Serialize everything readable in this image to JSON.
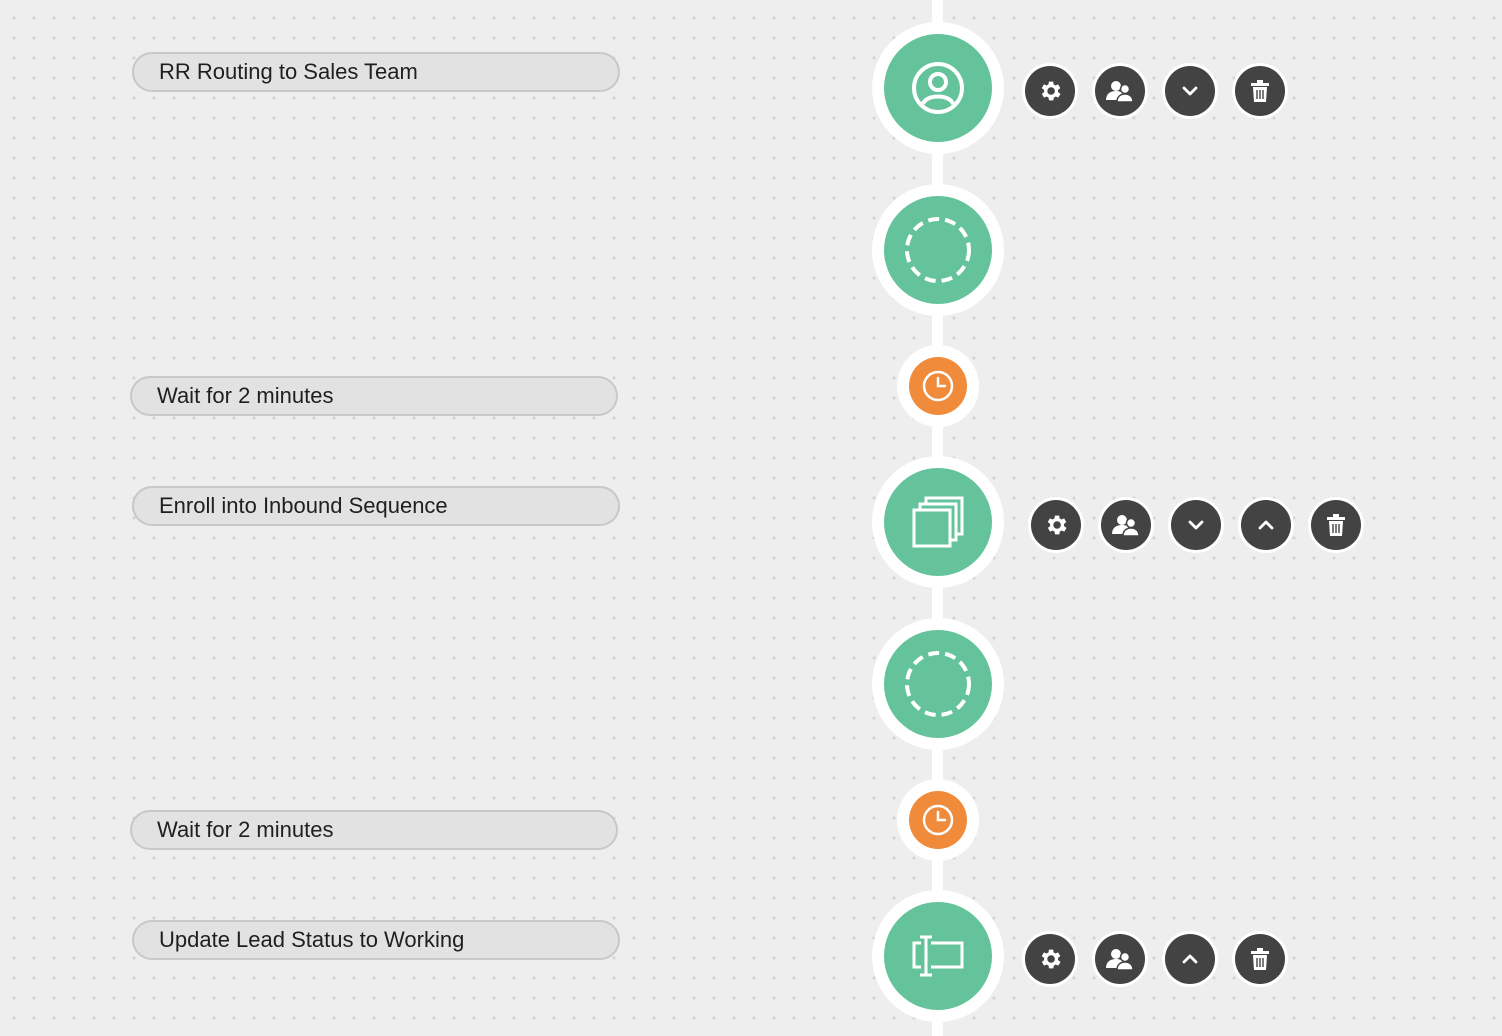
{
  "workflow": {
    "steps": [
      {
        "label": "RR Routing to Sales Team",
        "icon": "user-circle-icon"
      },
      {
        "label": "",
        "icon": "dashed-circle-icon"
      },
      {
        "label": "Wait for 2 minutes",
        "icon": "clock-icon"
      },
      {
        "label": "Enroll into Inbound Sequence",
        "icon": "sequence-copy-icon"
      },
      {
        "label": "",
        "icon": "dashed-circle-icon"
      },
      {
        "label": "Wait for 2 minutes",
        "icon": "clock-icon"
      },
      {
        "label": "Update Lead Status to Working",
        "icon": "text-field-icon"
      }
    ],
    "step_actions": {
      "rr_routing": [
        "gear-icon",
        "users-icon",
        "chevron-down-icon",
        "trash-icon"
      ],
      "enroll_sequence": [
        "gear-icon",
        "users-icon",
        "chevron-down-icon",
        "chevron-up-icon",
        "trash-icon"
      ],
      "update_lead_status": [
        "gear-icon",
        "users-icon",
        "chevron-up-icon",
        "trash-icon"
      ]
    }
  },
  "colors": {
    "canvas": "#eeeeee",
    "action_node": "#64c39a",
    "wait_node": "#ef8b3b",
    "action_button": "#434343",
    "label_pill": "#e2e2e2"
  }
}
